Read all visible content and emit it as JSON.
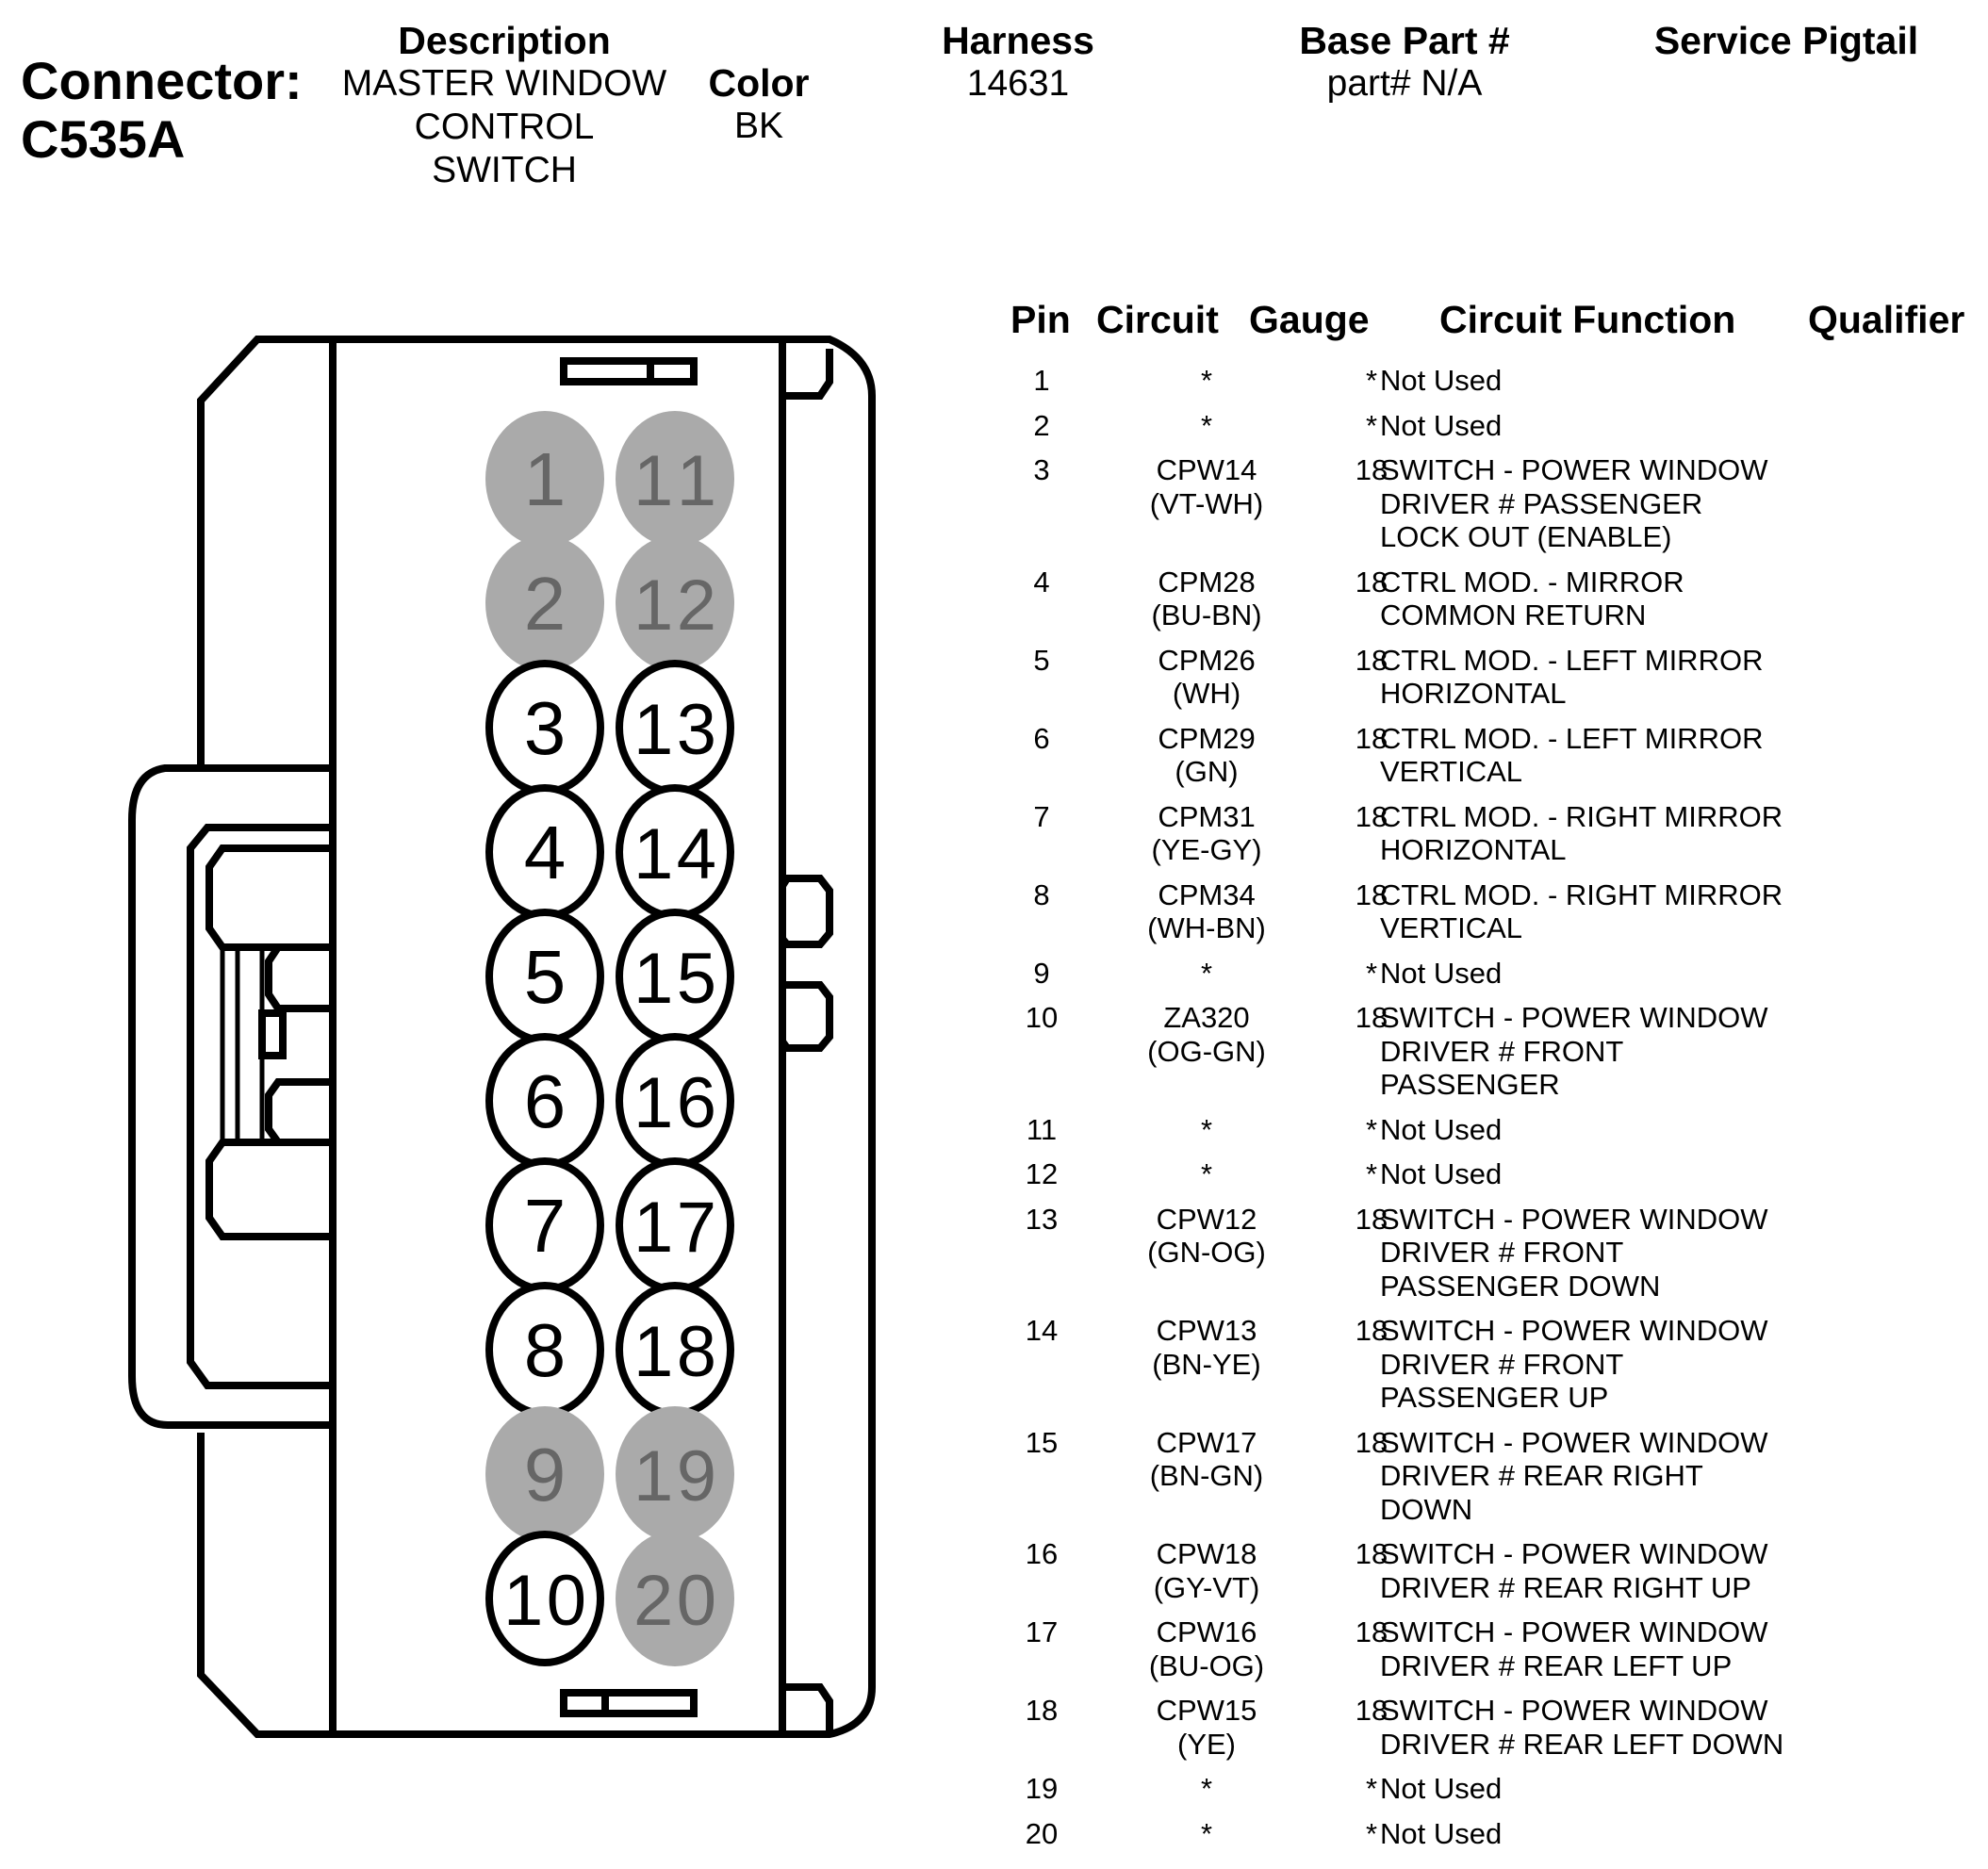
{
  "header": {
    "connector_label": "Connector:",
    "connector_id": "C535A",
    "description_header": "Description",
    "description_lines": [
      "MASTER WINDOW",
      "CONTROL",
      "SWITCH"
    ],
    "color_header": "Color",
    "color_value": "BK",
    "harness_header": "Harness",
    "harness_value": "14631",
    "base_part_header": "Base Part #",
    "base_part_value": "part# N/A",
    "service_pigtail_header": "Service Pigtail",
    "service_pigtail_value": ""
  },
  "table": {
    "columns": [
      "Pin",
      "Circuit",
      "Gauge",
      "Circuit Function",
      "Qualifier"
    ],
    "rows": [
      {
        "pin": "1",
        "circuit": [
          "*"
        ],
        "gauge": "*",
        "function": [
          "Not Used"
        ],
        "qualifier": ""
      },
      {
        "pin": "2",
        "circuit": [
          "*"
        ],
        "gauge": "*",
        "function": [
          "Not Used"
        ],
        "qualifier": ""
      },
      {
        "pin": "3",
        "circuit": [
          "CPW14",
          "(VT-WH)"
        ],
        "gauge": "18",
        "function": [
          "SWITCH - POWER WINDOW",
          "DRIVER # PASSENGER",
          "LOCK OUT (ENABLE)"
        ],
        "qualifier": ""
      },
      {
        "pin": "4",
        "circuit": [
          "CPM28",
          "(BU-BN)"
        ],
        "gauge": "18",
        "function": [
          "CTRL MOD. - MIRROR",
          "COMMON RETURN"
        ],
        "qualifier": ""
      },
      {
        "pin": "5",
        "circuit": [
          "CPM26",
          "(WH)"
        ],
        "gauge": "18",
        "function": [
          "CTRL MOD. - LEFT MIRROR",
          "HORIZONTAL"
        ],
        "qualifier": ""
      },
      {
        "pin": "6",
        "circuit": [
          "CPM29",
          "(GN)"
        ],
        "gauge": "18",
        "function": [
          "CTRL MOD. - LEFT MIRROR",
          "VERTICAL"
        ],
        "qualifier": ""
      },
      {
        "pin": "7",
        "circuit": [
          "CPM31",
          "(YE-GY)"
        ],
        "gauge": "18",
        "function": [
          "CTRL MOD. - RIGHT MIRROR",
          "HORIZONTAL"
        ],
        "qualifier": ""
      },
      {
        "pin": "8",
        "circuit": [
          "CPM34",
          "(WH-BN)"
        ],
        "gauge": "18",
        "function": [
          "CTRL MOD. - RIGHT MIRROR",
          "VERTICAL"
        ],
        "qualifier": ""
      },
      {
        "pin": "9",
        "circuit": [
          "*"
        ],
        "gauge": "*",
        "function": [
          "Not Used"
        ],
        "qualifier": ""
      },
      {
        "pin": "10",
        "circuit": [
          "ZA320",
          "(OG-GN)"
        ],
        "gauge": "18",
        "function": [
          "SWITCH - POWER WINDOW",
          "DRIVER # FRONT",
          "PASSENGER"
        ],
        "qualifier": ""
      },
      {
        "pin": "11",
        "circuit": [
          "*"
        ],
        "gauge": "*",
        "function": [
          "Not Used"
        ],
        "qualifier": ""
      },
      {
        "pin": "12",
        "circuit": [
          "*"
        ],
        "gauge": "*",
        "function": [
          "Not Used"
        ],
        "qualifier": ""
      },
      {
        "pin": "13",
        "circuit": [
          "CPW12",
          "(GN-OG)"
        ],
        "gauge": "18",
        "function": [
          "SWITCH - POWER WINDOW",
          "DRIVER # FRONT",
          "PASSENGER DOWN"
        ],
        "qualifier": ""
      },
      {
        "pin": "14",
        "circuit": [
          "CPW13",
          "(BN-YE)"
        ],
        "gauge": "18",
        "function": [
          "SWITCH - POWER WINDOW",
          "DRIVER # FRONT",
          "PASSENGER UP"
        ],
        "qualifier": ""
      },
      {
        "pin": "15",
        "circuit": [
          "CPW17",
          "(BN-GN)"
        ],
        "gauge": "18",
        "function": [
          "SWITCH - POWER WINDOW",
          "DRIVER # REAR RIGHT",
          "DOWN"
        ],
        "qualifier": ""
      },
      {
        "pin": "16",
        "circuit": [
          "CPW18",
          "(GY-VT)"
        ],
        "gauge": "18",
        "function": [
          "SWITCH - POWER WINDOW",
          "DRIVER # REAR RIGHT UP"
        ],
        "qualifier": ""
      },
      {
        "pin": "17",
        "circuit": [
          "CPW16",
          "(BU-OG)"
        ],
        "gauge": "18",
        "function": [
          "SWITCH - POWER WINDOW",
          "DRIVER # REAR LEFT UP"
        ],
        "qualifier": ""
      },
      {
        "pin": "18",
        "circuit": [
          "CPW15",
          "(YE)"
        ],
        "gauge": "18",
        "function": [
          "SWITCH - POWER WINDOW",
          "DRIVER # REAR LEFT DOWN"
        ],
        "qualifier": ""
      },
      {
        "pin": "19",
        "circuit": [
          "*"
        ],
        "gauge": "*",
        "function": [
          "Not Used"
        ],
        "qualifier": ""
      },
      {
        "pin": "20",
        "circuit": [
          "*"
        ],
        "gauge": "*",
        "function": [
          "Not Used"
        ],
        "qualifier": ""
      }
    ]
  },
  "diagram": {
    "columns": [
      [
        "1",
        "2",
        "3",
        "4",
        "5",
        "6",
        "7",
        "8",
        "9",
        "10"
      ],
      [
        "11",
        "12",
        "13",
        "14",
        "15",
        "16",
        "17",
        "18",
        "19",
        "20"
      ]
    ],
    "unused_pins": [
      "1",
      "2",
      "9",
      "11",
      "12",
      "19",
      "20"
    ],
    "colors": {
      "outline": "#000000",
      "unused_fill": "#aaaaaa",
      "unused_text": "#666666",
      "used_fill": "#ffffff",
      "used_text": "#000000"
    }
  }
}
